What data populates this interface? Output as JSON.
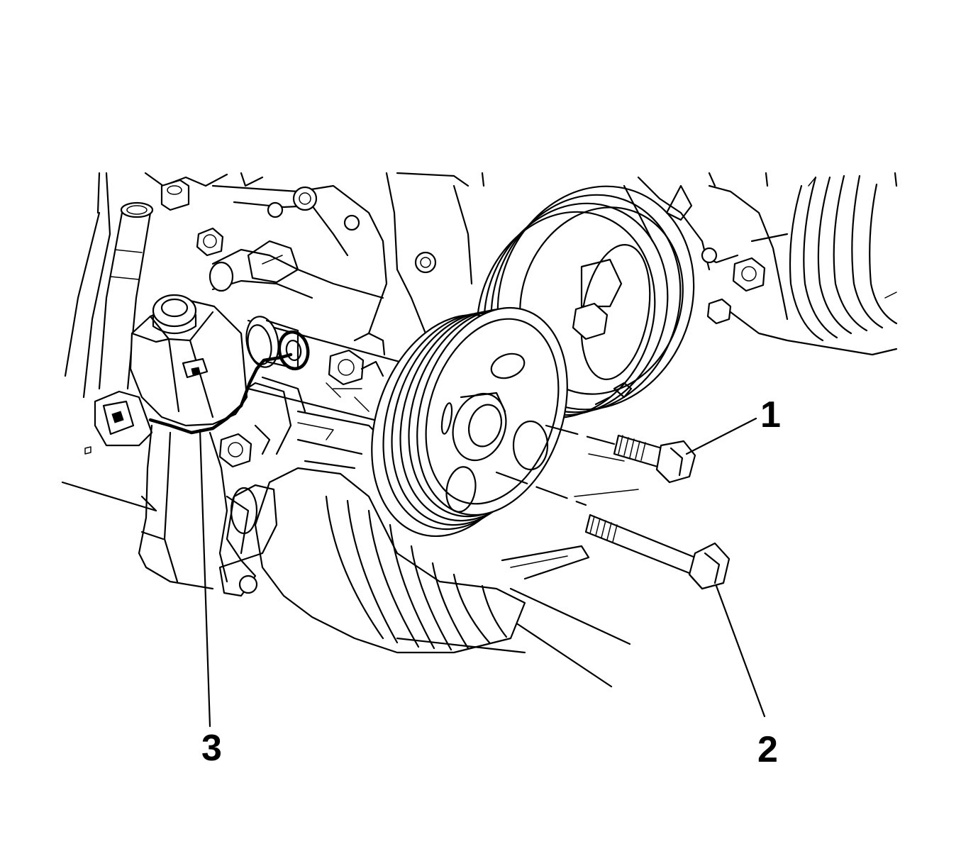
{
  "callouts": [
    {
      "label": "1",
      "target": "upper-pump-bolt"
    },
    {
      "label": "2",
      "target": "lower-pump-bolt"
    },
    {
      "label": "3",
      "target": "power-steering-pump-gasket"
    }
  ],
  "colors": {
    "line": "#000000",
    "background": "#ffffff"
  }
}
